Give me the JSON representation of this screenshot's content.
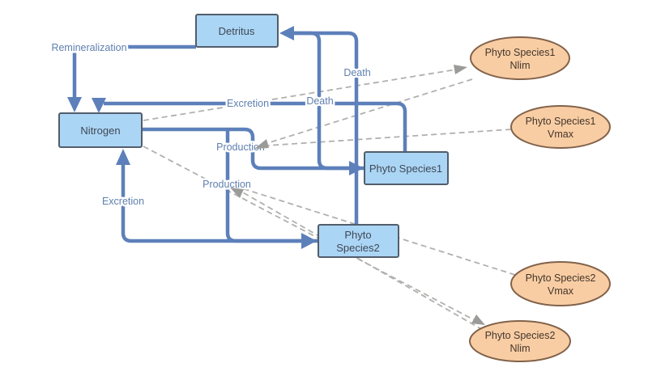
{
  "diagram": {
    "boxes": [
      {
        "id": "detritus",
        "label": "Detritus"
      },
      {
        "id": "nitrogen",
        "label": "Nitrogen"
      },
      {
        "id": "phyto-species1",
        "label": "Phyto Species1"
      },
      {
        "id": "phyto-species2",
        "label_line1": "Phyto",
        "label_line2": "Species2"
      }
    ],
    "ellipses": [
      {
        "id": "phyto-species1-nlim",
        "line1": "Phyto Species1",
        "line2": "Nlim"
      },
      {
        "id": "phyto-species1-vmax",
        "line1": "Phyto Species1",
        "line2": "Vmax"
      },
      {
        "id": "phyto-species2-vmax",
        "line1": "Phyto Species2",
        "line2": "Vmax"
      },
      {
        "id": "phyto-species2-nlim",
        "line1": "Phyto Species2",
        "line2": "Nlim"
      }
    ],
    "flow_labels": {
      "remineralization": "Remineralization",
      "excretion_phyto1": "Excretion",
      "death_phyto1": "Death",
      "death_phyto2": "Death",
      "production_phyto1": "Production",
      "production_phyto2": "Production",
      "excretion_phyto2": "Excretion"
    },
    "colors": {
      "solid_edge_blue": "#5d80ba",
      "dashed_edge_gray": "#b0b0ae",
      "box_fill": "#abd5f5",
      "box_border": "#525d6b",
      "ellipse_fill": "#f9cda4",
      "ellipse_border": "#82624a",
      "flow_label_text": "#5f7fae"
    }
  }
}
